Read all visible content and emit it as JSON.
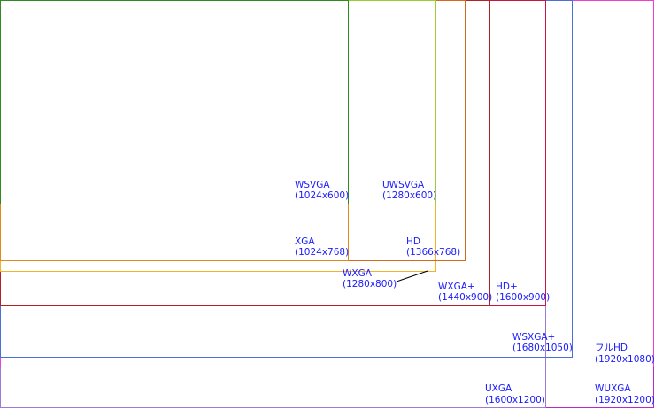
{
  "resolutions": [
    {
      "id": "wsvga",
      "name": "WSVGA",
      "size": "(1024x600)",
      "color": "#2e8b22"
    },
    {
      "id": "uwsvga",
      "name": "UWSVGA",
      "size": "(1280x600)",
      "color": "#9acd32"
    },
    {
      "id": "xga",
      "name": "XGA",
      "size": "(1024x768)",
      "color": "#e08a1e"
    },
    {
      "id": "hd",
      "name": "HD",
      "size": "(1366x768)",
      "color": "#d2691e"
    },
    {
      "id": "wxga",
      "name": "WXGA",
      "size": "(1280x800)",
      "color": "#f0b429"
    },
    {
      "id": "wxgap",
      "name": "WXGA+",
      "size": "(1440x900)",
      "color": "#b22222"
    },
    {
      "id": "hdp",
      "name": "HD+",
      "size": "(1600x900)",
      "color": "#c71545"
    },
    {
      "id": "wsxgap",
      "name": "WSXGA+",
      "size": "(1680x1050)",
      "color": "#4a6fd8"
    },
    {
      "id": "fullhd",
      "name": "フルHD",
      "size": "(1920x1080)",
      "color": "#ee3fd0"
    },
    {
      "id": "uxga",
      "name": "UXGA",
      "size": "(1600x1200)",
      "color": "#9c7ad8"
    },
    {
      "id": "wuxga",
      "name": "WUXGA",
      "size": "(1920x1200)",
      "color": "#c025c8"
    }
  ]
}
